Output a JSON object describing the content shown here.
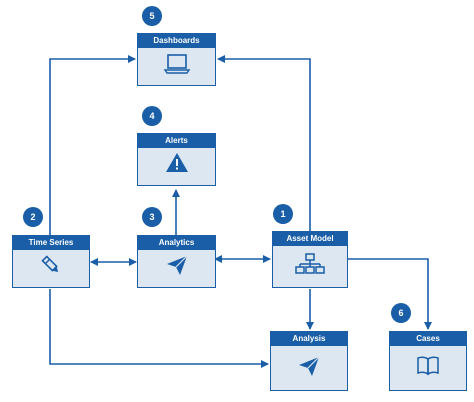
{
  "nodes": {
    "dashboards": {
      "label": "Dashboards",
      "badge": "5",
      "icon": "laptop-icon"
    },
    "alerts": {
      "label": "Alerts",
      "badge": "4",
      "icon": "warning-triangle-icon"
    },
    "time_series": {
      "label": "Time Series",
      "badge": "2",
      "icon": "pencil-icon"
    },
    "analytics": {
      "label": "Analytics",
      "badge": "3",
      "icon": "paper-plane-icon"
    },
    "asset_model": {
      "label": "Asset Model",
      "badge": "1",
      "icon": "hierarchy-icon"
    },
    "analysis": {
      "label": "Analysis",
      "icon": "paper-plane-icon"
    },
    "cases": {
      "label": "Cases",
      "badge": "6",
      "icon": "open-book-icon"
    }
  },
  "colors": {
    "primary": "#1a5ea8",
    "node_fill": "#dce7f2",
    "background": "#ffffff"
  }
}
